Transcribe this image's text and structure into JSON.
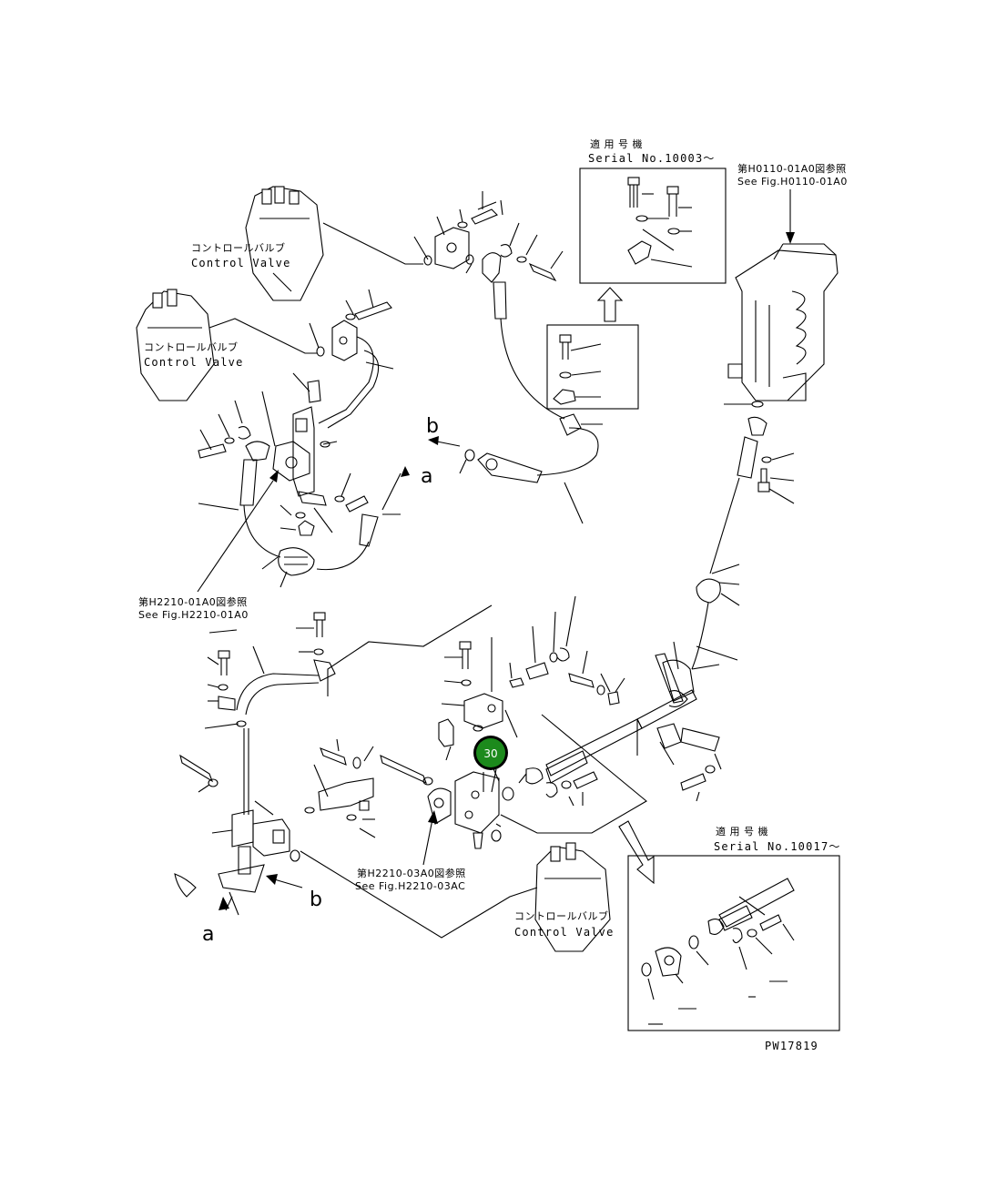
{
  "drawing_id": "PW17819",
  "callout": {
    "number": "30",
    "fill_color": "#1c8a1c",
    "ring_color": "#000000"
  },
  "serial_box_1": {
    "title": "適 用 号 機",
    "serial": "Serial No.10003〜"
  },
  "serial_box_2": {
    "title": "適 用 号 機",
    "serial": "Serial No.10017〜"
  },
  "ref_h0110": {
    "jp": "第H0110-01A0図参照",
    "en": "See Fig.H0110-01A0"
  },
  "ref_h2210_01": {
    "jp": "第H2210-01A0図参照",
    "en": "See Fig.H2210-01A0"
  },
  "ref_h2210_03": {
    "jp": "第H2210-03A0図参照",
    "en": "See Fig.H2210-03AC"
  },
  "control_valve_1": {
    "jp": "コントロールバルブ",
    "en": "Control Valve"
  },
  "control_valve_2": {
    "jp": "コントロールバルブ",
    "en": "Control Valve"
  },
  "control_valve_3": {
    "jp": "コントロールバルブ",
    "en": "Control Valve"
  },
  "arrow_labels": {
    "a_upper": "a",
    "b_upper": "b",
    "a_lower": "a",
    "b_lower": "b"
  }
}
